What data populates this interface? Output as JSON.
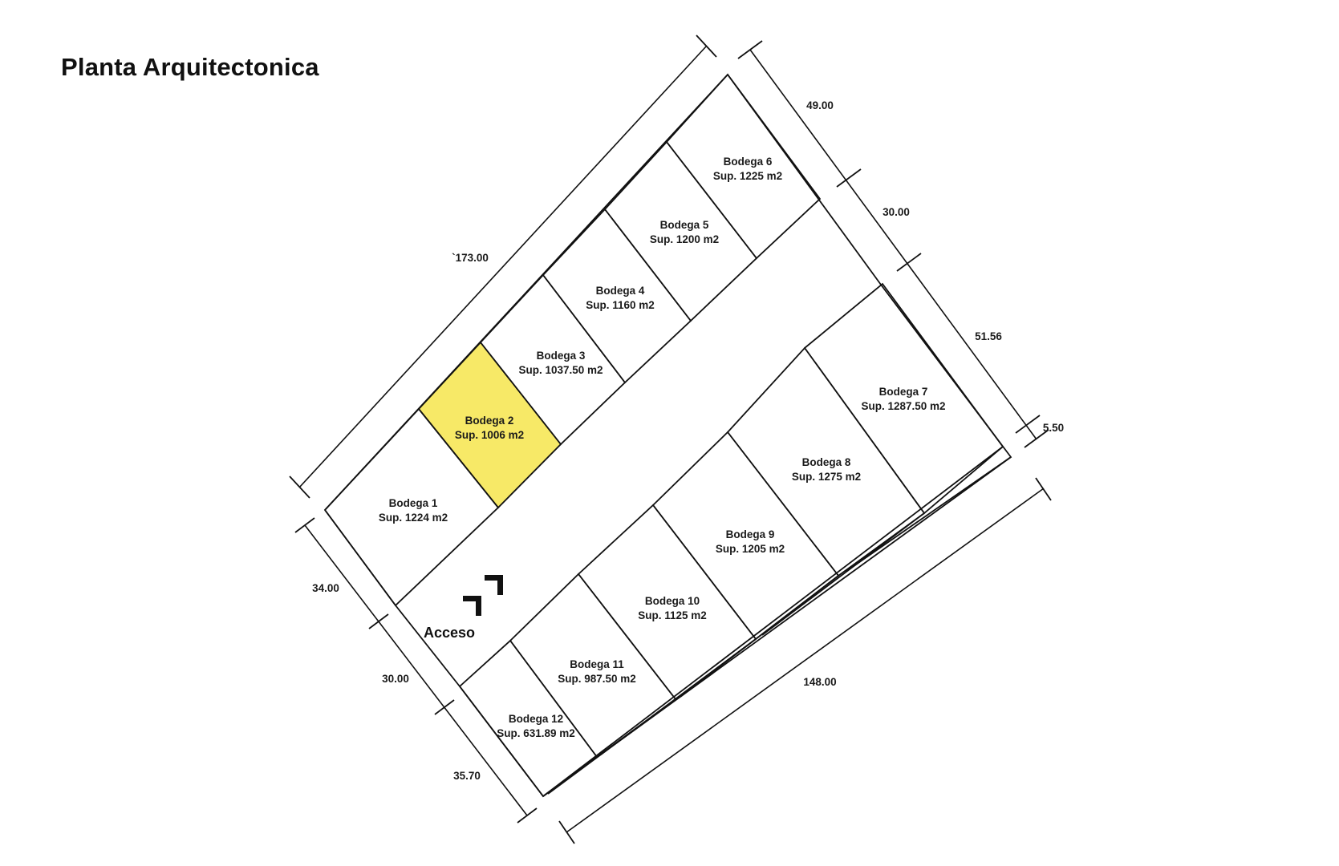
{
  "title": "Planta Arquitectonica",
  "access_label": "Acceso",
  "colors": {
    "line": "#111111",
    "highlight": "#f7e967",
    "background": "#ffffff"
  },
  "highlighted_lot": "Bodega 2",
  "lots": [
    {
      "name": "Bodega 1",
      "area": "Sup. 1224 m2"
    },
    {
      "name": "Bodega 2",
      "area": "Sup. 1006 m2"
    },
    {
      "name": "Bodega 3",
      "area": "Sup. 1037.50 m2"
    },
    {
      "name": "Bodega 4",
      "area": "Sup. 1160 m2"
    },
    {
      "name": "Bodega 5",
      "area": "Sup. 1200 m2"
    },
    {
      "name": "Bodega 6",
      "area": "Sup. 1225 m2"
    },
    {
      "name": "Bodega 7",
      "area": "Sup. 1287.50 m2"
    },
    {
      "name": "Bodega 8",
      "area": "Sup. 1275 m2"
    },
    {
      "name": "Bodega 9",
      "area": "Sup. 1205 m2"
    },
    {
      "name": "Bodega 10",
      "area": "Sup. 1125 m2"
    },
    {
      "name": "Bodega 11",
      "area": "Sup. 987.50 m2"
    },
    {
      "name": "Bodega 12",
      "area": "Sup. 631.89 m2"
    }
  ],
  "dimensions": {
    "top": "`173.00",
    "right_top": "49.00",
    "right_mid": "30.00",
    "right_lower": "51.56",
    "right_end": "5.50",
    "bottom": "148.00",
    "left_top": "34.00",
    "left_mid": "30.00",
    "left_bottom": "35.70"
  }
}
